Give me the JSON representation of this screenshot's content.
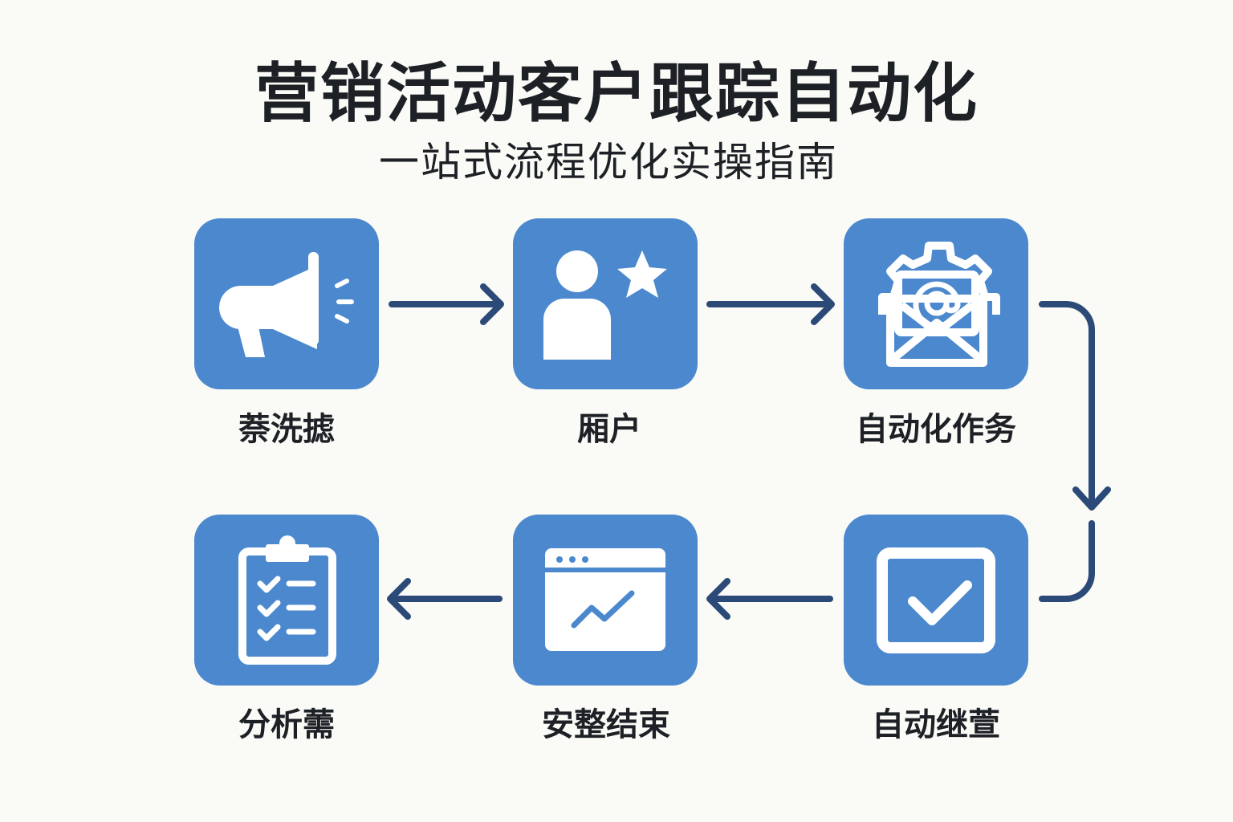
{
  "header": {
    "title": "营销活动客户跟踪自动化",
    "subtitle": "一站式流程优化实操指南"
  },
  "steps": [
    {
      "label": "萘洗摅",
      "icon": "megaphone-icon"
    },
    {
      "label": "厢户",
      "icon": "user-star-icon"
    },
    {
      "label": "自动化作务",
      "icon": "email-gear-icon"
    },
    {
      "label": "自动继萱",
      "icon": "checkbox-monitor-icon"
    },
    {
      "label": "安整结束",
      "icon": "browser-chart-icon"
    },
    {
      "label": "分析薷",
      "icon": "clipboard-checklist-icon"
    }
  ],
  "colors": {
    "tile": "#4b88cd",
    "arrow": "#2c4a78",
    "background": "#fafaf7"
  }
}
